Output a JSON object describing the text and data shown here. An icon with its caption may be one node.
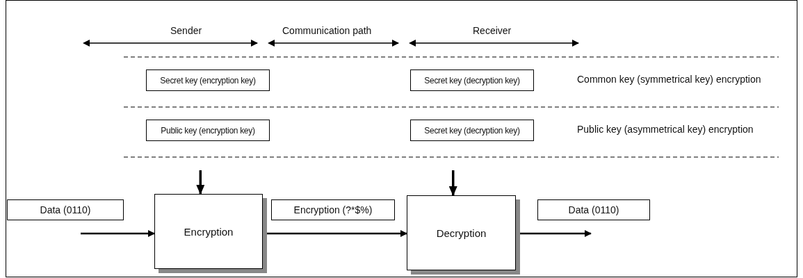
{
  "diagram": {
    "nodes": [
      {
        "text": [
          "Secret key (encryption key)"
        ]
      },
      {
        "text": [
          "Secret key (decryption key)"
        ]
      },
      {
        "text": [
          "Public key (encryption key)"
        ]
      },
      {
        "text": [
          "Secret key (decryption key)"
        ]
      },
      {
        "text": [
          "Data (0110)"
        ]
      },
      {
        "text": [
          "Encryption"
        ]
      },
      {
        "text": [
          "Encryption (?*$%)"
        ]
      },
      {
        "text": [
          "Decryption"
        ]
      },
      {
        "text": [
          "Data (0110)"
        ]
      }
    ],
    "edges": [
      {
        "from": null,
        "to": 5,
        "arrow": "to"
      },
      {
        "from": null,
        "to": 5,
        "arrow": "to"
      },
      {
        "from": 5,
        "to": 7,
        "arrow": "to"
      },
      {
        "from": null,
        "to": 7,
        "arrow": "to"
      },
      {
        "from": 7,
        "to": 8,
        "arrow": "to"
      }
    ],
    "labels": [
      "Sender",
      "Communication path",
      "Receiver",
      "Common key (symmetrical key) encryption",
      "Public key (asymmetrical key) encryption"
    ]
  }
}
